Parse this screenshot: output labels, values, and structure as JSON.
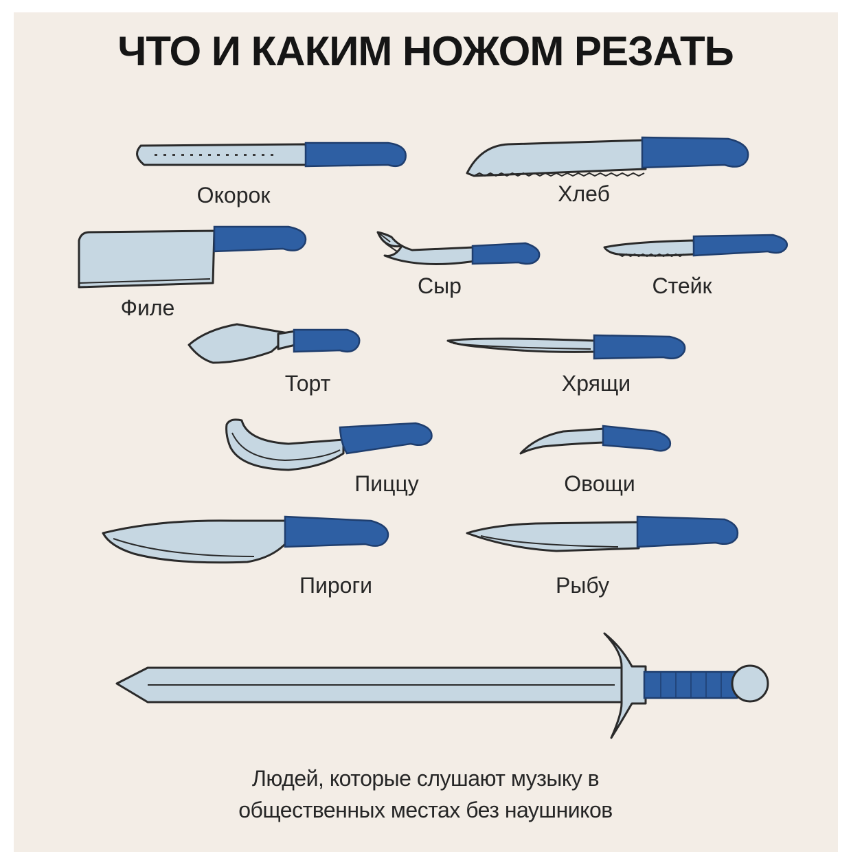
{
  "title": "ЧТО И КАКИМ НОЖОМ РЕЗАТЬ",
  "knives": [
    {
      "label": "Окорок",
      "icon": "ham-slicer-knife-icon"
    },
    {
      "label": "Хлеб",
      "icon": "bread-knife-icon"
    },
    {
      "label": "Филе",
      "icon": "cleaver-knife-icon"
    },
    {
      "label": "Сыр",
      "icon": "cheese-knife-icon"
    },
    {
      "label": "Стейк",
      "icon": "steak-knife-icon"
    },
    {
      "label": "Торт",
      "icon": "cake-server-knife-icon"
    },
    {
      "label": "Хрящи",
      "icon": "boning-knife-icon"
    },
    {
      "label": "Пиццу",
      "icon": "pizza-knife-icon"
    },
    {
      "label": "Овощи",
      "icon": "paring-knife-icon"
    },
    {
      "label": "Пироги",
      "icon": "santoku-knife-icon"
    },
    {
      "label": "Рыбу",
      "icon": "fish-knife-icon"
    }
  ],
  "sword": {
    "icon": "sword-icon"
  },
  "caption": {
    "line1": "Людей, которые слушают музыку в",
    "line2": "общественных местах без наушников"
  },
  "colors": {
    "background": "#f3ede6",
    "blade": "#c6d7e2",
    "handle": "#2e5fa3",
    "text": "#151515"
  }
}
